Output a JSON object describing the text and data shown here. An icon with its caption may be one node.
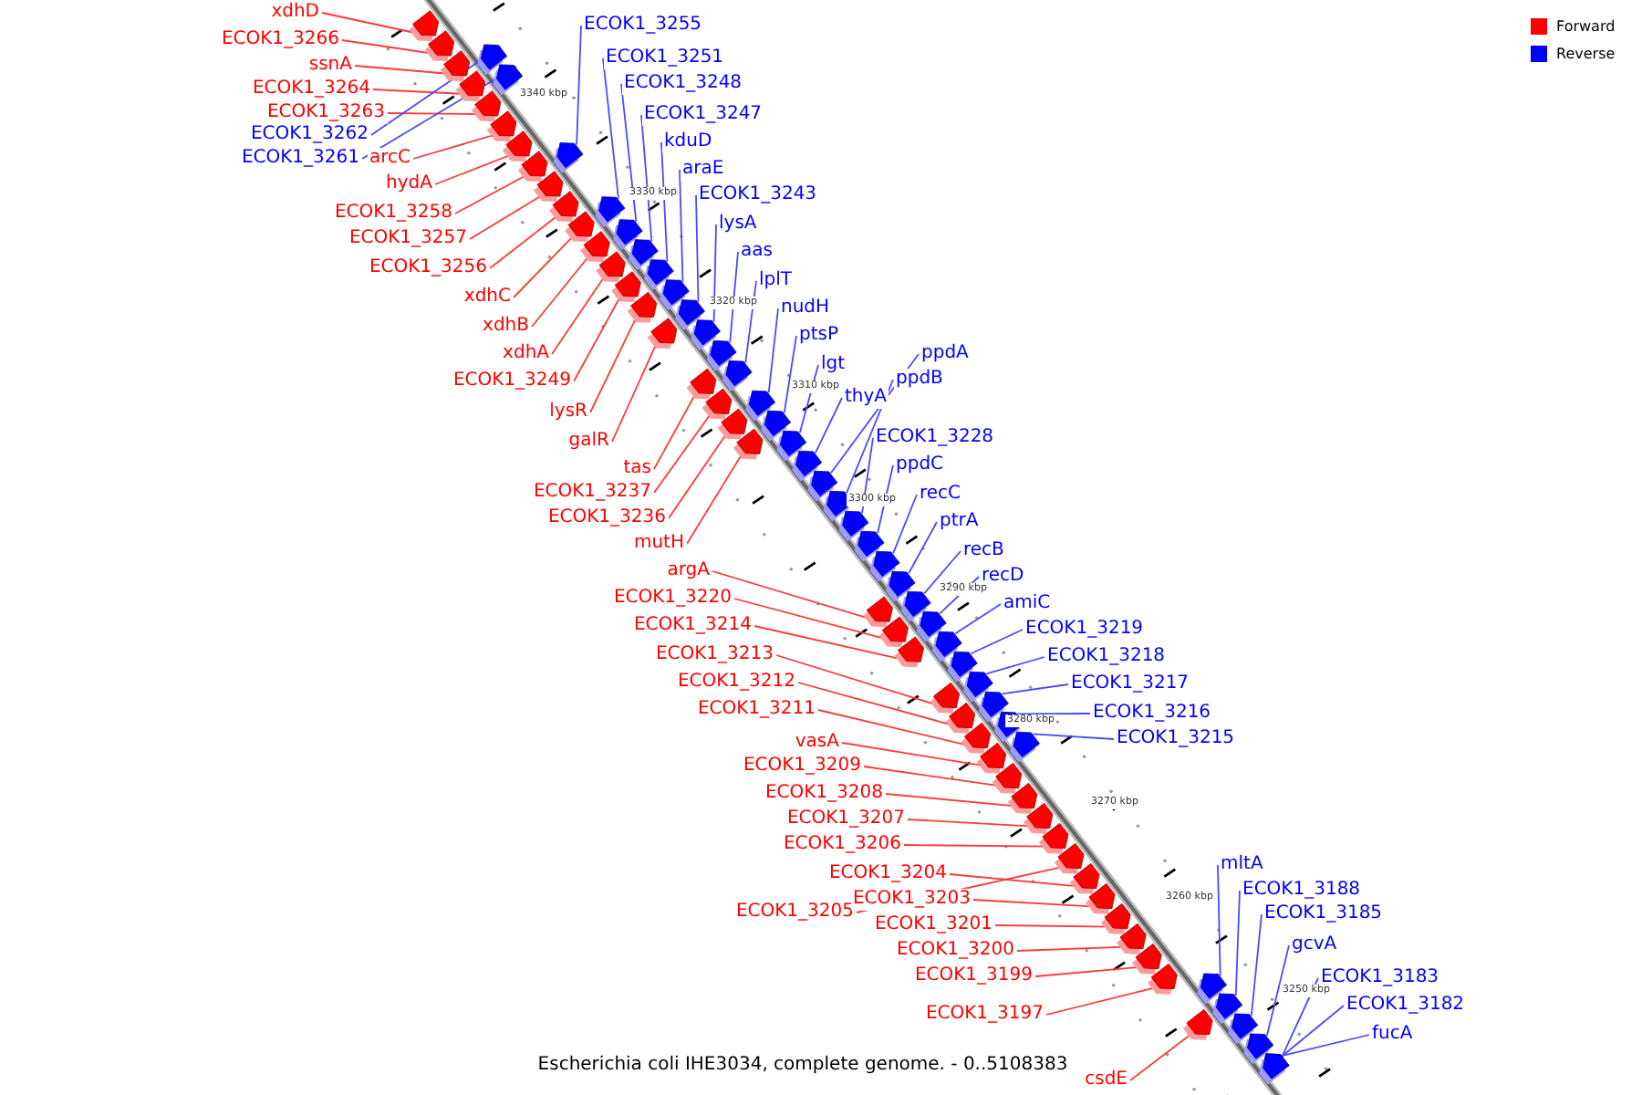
{
  "diagram": {
    "caption": "Escherichia coli IHE3034, complete genome. - 0..5108383",
    "nodes": [
      {
        "text": [
          "xdhD"
        ]
      },
      {
        "text": [
          "ECOK1_3266"
        ]
      },
      {
        "text": [
          "ssnA"
        ]
      },
      {
        "text": [
          "ECOK1_3264"
        ]
      },
      {
        "text": [
          "ECOK1_3263"
        ]
      },
      {
        "text": [
          "ECOK1_3262"
        ]
      },
      {
        "text": [
          "ECOK1_3261"
        ]
      },
      {
        "text": [
          "arcC"
        ]
      },
      {
        "text": [
          "hydA"
        ]
      },
      {
        "text": [
          "ECOK1_3258"
        ]
      },
      {
        "text": [
          "ECOK1_3257"
        ]
      },
      {
        "text": [
          "ECOK1_3256"
        ]
      },
      {
        "text": [
          "xdhC"
        ]
      },
      {
        "text": [
          "xdhB"
        ]
      },
      {
        "text": [
          "xdhA"
        ]
      },
      {
        "text": [
          "ECOK1_3249"
        ]
      },
      {
        "text": [
          "lysR"
        ]
      },
      {
        "text": [
          "galR"
        ]
      },
      {
        "text": [
          "tas"
        ]
      },
      {
        "text": [
          "ECOK1_3237"
        ]
      },
      {
        "text": [
          "ECOK1_3236"
        ]
      },
      {
        "text": [
          "mutH"
        ]
      },
      {
        "text": [
          "argA"
        ]
      },
      {
        "text": [
          "ECOK1_3220"
        ]
      },
      {
        "text": [
          "ECOK1_3214"
        ]
      },
      {
        "text": [
          "ECOK1_3213"
        ]
      },
      {
        "text": [
          "ECOK1_3212"
        ]
      },
      {
        "text": [
          "ECOK1_3211"
        ]
      },
      {
        "text": [
          "vasA"
        ]
      },
      {
        "text": [
          "ECOK1_3209"
        ]
      },
      {
        "text": [
          "ECOK1_3208"
        ]
      },
      {
        "text": [
          "ECOK1_3207"
        ]
      },
      {
        "text": [
          "ECOK1_3206"
        ]
      },
      {
        "text": [
          "ECOK1_3204"
        ]
      },
      {
        "text": [
          "ECOK1_3205"
        ]
      },
      {
        "text": [
          "ECOK1_3203"
        ]
      },
      {
        "text": [
          "ECOK1_3201"
        ]
      },
      {
        "text": [
          "ECOK1_3200"
        ]
      },
      {
        "text": [
          "ECOK1_3199"
        ]
      },
      {
        "text": [
          "ECOK1_3197"
        ]
      },
      {
        "text": [
          "csdE"
        ]
      },
      {
        "text": [
          "ECOK1_3255"
        ]
      },
      {
        "text": [
          "ECOK1_3251"
        ]
      },
      {
        "text": [
          "ECOK1_3248"
        ]
      },
      {
        "text": [
          "ECOK1_3247"
        ]
      },
      {
        "text": [
          "kduD"
        ]
      },
      {
        "text": [
          "araE"
        ]
      },
      {
        "text": [
          "ECOK1_3243"
        ]
      },
      {
        "text": [
          "lysA"
        ]
      },
      {
        "text": [
          "aas"
        ]
      },
      {
        "text": [
          "lplT"
        ]
      },
      {
        "text": [
          "nudH"
        ]
      },
      {
        "text": [
          "ptsP"
        ]
      },
      {
        "text": [
          "lgt"
        ]
      },
      {
        "text": [
          "thyA"
        ]
      },
      {
        "text": [
          "ppdA"
        ]
      },
      {
        "text": [
          "ppdB"
        ]
      },
      {
        "text": [
          "ECOK1_3228"
        ]
      },
      {
        "text": [
          "ppdC"
        ]
      },
      {
        "text": [
          "recC"
        ]
      },
      {
        "text": [
          "ptrA"
        ]
      },
      {
        "text": [
          "recB"
        ]
      },
      {
        "text": [
          "recD"
        ]
      },
      {
        "text": [
          "amiC"
        ]
      },
      {
        "text": [
          "ECOK1_3219"
        ]
      },
      {
        "text": [
          "ECOK1_3218"
        ]
      },
      {
        "text": [
          "ECOK1_3217"
        ]
      },
      {
        "text": [
          "ECOK1_3216"
        ]
      },
      {
        "text": [
          "ECOK1_3215"
        ]
      },
      {
        "text": [
          "mltA"
        ]
      },
      {
        "text": [
          "ECOK1_3188"
        ]
      },
      {
        "text": [
          "ECOK1_3185"
        ]
      },
      {
        "text": [
          "gcvA"
        ]
      },
      {
        "text": [
          "ECOK1_3183"
        ]
      },
      {
        "text": [
          "ECOK1_3182"
        ]
      },
      {
        "text": [
          "fucA"
        ]
      },
      {
        "text": [],
        "shape": "arrow"
      },
      {
        "text": [],
        "shape": "arrow"
      },
      {
        "text": [],
        "shape": "arrow"
      },
      {
        "text": [],
        "shape": "arrow"
      },
      {
        "text": [],
        "shape": "arrow"
      },
      {
        "text": [],
        "shape": "arrow"
      },
      {
        "text": [],
        "shape": "arrow"
      },
      {
        "text": [],
        "shape": "arrow"
      },
      {
        "text": [],
        "shape": "arrow"
      },
      {
        "text": [],
        "shape": "arrow"
      },
      {
        "text": [],
        "shape": "arrow"
      },
      {
        "text": [],
        "shape": "arrow"
      },
      {
        "text": [],
        "shape": "arrow"
      },
      {
        "text": [],
        "shape": "arrow"
      },
      {
        "text": [],
        "shape": "arrow"
      },
      {
        "text": [],
        "shape": "arrow"
      },
      {
        "text": [],
        "shape": "arrow"
      },
      {
        "text": [],
        "shape": "arrow"
      },
      {
        "text": [],
        "shape": "arrow"
      },
      {
        "text": [],
        "shape": "arrow"
      },
      {
        "text": [],
        "shape": "arrow"
      },
      {
        "text": [],
        "shape": "arrow"
      },
      {
        "text": [],
        "shape": "arrow"
      },
      {
        "text": [],
        "shape": "arrow"
      },
      {
        "text": [],
        "shape": "arrow"
      },
      {
        "text": [],
        "shape": "arrow"
      },
      {
        "text": [],
        "shape": "arrow"
      },
      {
        "text": [],
        "shape": "arrow"
      },
      {
        "text": [],
        "shape": "arrow"
      },
      {
        "text": [],
        "shape": "arrow"
      },
      {
        "text": [],
        "shape": "arrow"
      },
      {
        "text": [],
        "shape": "arrow"
      },
      {
        "text": [],
        "shape": "arrow"
      },
      {
        "text": [],
        "shape": "arrow"
      },
      {
        "text": [],
        "shape": "arrow"
      },
      {
        "text": [],
        "shape": "arrow"
      },
      {
        "text": [],
        "shape": "arrow"
      },
      {
        "text": [],
        "shape": "arrow"
      },
      {
        "text": [],
        "shape": "arrow"
      },
      {
        "text": [],
        "shape": "arrow"
      },
      {
        "text": [],
        "shape": "arrow"
      },
      {
        "text": [],
        "shape": "arrow"
      },
      {
        "text": [],
        "shape": "arrow"
      },
      {
        "text": [],
        "shape": "arrow"
      },
      {
        "text": [],
        "shape": "arrow"
      },
      {
        "text": [],
        "shape": "arrow"
      },
      {
        "text": [],
        "shape": "arrow"
      },
      {
        "text": [],
        "shape": "arrow"
      },
      {
        "text": [],
        "shape": "arrow"
      },
      {
        "text": [],
        "shape": "arrow"
      },
      {
        "text": [],
        "shape": "arrow"
      },
      {
        "text": [],
        "shape": "arrow"
      },
      {
        "text": [],
        "shape": "arrow"
      },
      {
        "text": [],
        "shape": "arrow"
      },
      {
        "text": [],
        "shape": "arrow"
      },
      {
        "text": [],
        "shape": "arrow"
      },
      {
        "text": [],
        "shape": "arrow"
      },
      {
        "text": [],
        "shape": "arrow"
      },
      {
        "text": [],
        "shape": "arrow"
      },
      {
        "text": [],
        "shape": "arrow"
      },
      {
        "text": [],
        "shape": "arrow"
      },
      {
        "text": [],
        "shape": "arrow"
      },
      {
        "text": [],
        "shape": "arrow"
      },
      {
        "text": [],
        "shape": "arrow"
      },
      {
        "text": [],
        "shape": "arrow"
      },
      {
        "text": [],
        "shape": "arrow"
      },
      {
        "text": [],
        "shape": "arrow"
      },
      {
        "text": [],
        "shape": "arrow"
      },
      {
        "text": [],
        "shape": "arrow"
      },
      {
        "text": [],
        "shape": "arrow"
      },
      {
        "text": [],
        "shape": "arrow"
      },
      {
        "text": [],
        "shape": "arrow"
      },
      {
        "text": [],
        "shape": "arrow"
      },
      {
        "text": [],
        "shape": "arrow"
      },
      {
        "text": [],
        "shape": "arrow"
      },
      {
        "text": [],
        "shape": "arrow"
      }
    ],
    "edges": [
      {
        "from": 0,
        "to": 76,
        "arrow": "none"
      },
      {
        "from": 1,
        "to": 77,
        "arrow": "none"
      },
      {
        "from": 2,
        "to": 78,
        "arrow": "none"
      },
      {
        "from": 3,
        "to": 79,
        "arrow": "none"
      },
      {
        "from": 4,
        "to": 80,
        "arrow": "none"
      },
      {
        "from": 5,
        "to": 81,
        "arrow": "none",
        "color": "#4a4aff"
      },
      {
        "from": 6,
        "to": 82,
        "arrow": "none",
        "color": "#4a4aff"
      },
      {
        "from": 7,
        "to": 83,
        "arrow": "none"
      },
      {
        "from": 8,
        "to": 84,
        "arrow": "none"
      },
      {
        "from": 9,
        "to": 85,
        "arrow": "none"
      },
      {
        "from": 10,
        "to": 86,
        "arrow": "none"
      },
      {
        "from": 11,
        "to": 87,
        "arrow": "none"
      },
      {
        "from": 12,
        "to": 88,
        "arrow": "none"
      },
      {
        "from": 13,
        "to": 89,
        "arrow": "none"
      },
      {
        "from": 14,
        "to": 90,
        "arrow": "none"
      },
      {
        "from": 15,
        "to": 91,
        "arrow": "none"
      },
      {
        "from": 16,
        "to": 92,
        "arrow": "none"
      },
      {
        "from": 17,
        "to": 93,
        "arrow": "none"
      },
      {
        "from": 18,
        "to": 94,
        "arrow": "none"
      },
      {
        "from": 19,
        "to": 95,
        "arrow": "none"
      },
      {
        "from": 20,
        "to": 96,
        "arrow": "none"
      },
      {
        "from": 21,
        "to": 97,
        "arrow": "none"
      },
      {
        "from": 22,
        "to": 98,
        "arrow": "none"
      },
      {
        "from": 23,
        "to": 99,
        "arrow": "none"
      },
      {
        "from": 24,
        "to": 100,
        "arrow": "none"
      },
      {
        "from": 25,
        "to": 101,
        "arrow": "none"
      },
      {
        "from": 26,
        "to": 102,
        "arrow": "none"
      },
      {
        "from": 27,
        "to": 103,
        "arrow": "none"
      },
      {
        "from": 28,
        "to": 104,
        "arrow": "none"
      },
      {
        "from": 29,
        "to": 105,
        "arrow": "none"
      },
      {
        "from": 30,
        "to": 106,
        "arrow": "none"
      },
      {
        "from": 31,
        "to": 107,
        "arrow": "none"
      },
      {
        "from": 32,
        "to": 108,
        "arrow": "none"
      },
      {
        "from": 33,
        "to": 109,
        "arrow": "none"
      },
      {
        "from": 34,
        "to": 110,
        "arrow": "none"
      },
      {
        "from": 35,
        "to": 111,
        "arrow": "none"
      },
      {
        "from": 36,
        "to": 112,
        "arrow": "none"
      },
      {
        "from": 37,
        "to": 113,
        "arrow": "none"
      },
      {
        "from": 38,
        "to": 114,
        "arrow": "none"
      },
      {
        "from": 39,
        "to": 115,
        "arrow": "none"
      },
      {
        "from": 40,
        "to": 116,
        "arrow": "none"
      },
      {
        "from": 41,
        "to": 117,
        "arrow": "none",
        "color": "#4a4aff"
      },
      {
        "from": 42,
        "to": 118,
        "arrow": "none",
        "color": "#4a4aff"
      },
      {
        "from": 43,
        "to": 119,
        "arrow": "none",
        "color": "#4a4aff"
      },
      {
        "from": 44,
        "to": 120,
        "arrow": "none",
        "color": "#4a4aff"
      },
      {
        "from": 45,
        "to": 121,
        "arrow": "none",
        "color": "#4a4aff"
      },
      {
        "from": 46,
        "to": 122,
        "arrow": "none",
        "color": "#4a4aff"
      },
      {
        "from": 47,
        "to": 123,
        "arrow": "none",
        "color": "#4a4aff"
      },
      {
        "from": 48,
        "to": 124,
        "arrow": "none",
        "color": "#4a4aff"
      },
      {
        "from": 49,
        "to": 125,
        "arrow": "none",
        "color": "#4a4aff"
      },
      {
        "from": 50,
        "to": 126,
        "arrow": "none",
        "color": "#4a4aff"
      },
      {
        "from": 51,
        "to": 127,
        "arrow": "none",
        "color": "#4a4aff"
      },
      {
        "from": 52,
        "to": 128,
        "arrow": "none",
        "color": "#4a4aff"
      },
      {
        "from": 53,
        "to": 129,
        "arrow": "none",
        "color": "#4a4aff"
      },
      {
        "from": 54,
        "to": 130,
        "arrow": "none",
        "color": "#4a4aff"
      },
      {
        "from": 55,
        "to": 131,
        "arrow": "none",
        "color": "#4a4aff"
      },
      {
        "from": 56,
        "to": 132,
        "arrow": "none",
        "color": "#4a4aff"
      },
      {
        "from": 57,
        "to": 133,
        "arrow": "none",
        "color": "#4a4aff"
      },
      {
        "from": 58,
        "to": 134,
        "arrow": "none",
        "color": "#4a4aff"
      },
      {
        "from": 59,
        "to": 135,
        "arrow": "none",
        "color": "#4a4aff"
      },
      {
        "from": 60,
        "to": 136,
        "arrow": "none",
        "color": "#4a4aff"
      },
      {
        "from": 61,
        "to": 137,
        "arrow": "none",
        "color": "#4a4aff"
      },
      {
        "from": 62,
        "to": 138,
        "arrow": "none",
        "color": "#4a4aff"
      },
      {
        "from": 63,
        "to": 139,
        "arrow": "none",
        "color": "#4a4aff"
      },
      {
        "from": 64,
        "to": 140,
        "arrow": "none",
        "color": "#4a4aff"
      },
      {
        "from": 65,
        "to": 141,
        "arrow": "none",
        "color": "#4a4aff"
      },
      {
        "from": 66,
        "to": 142,
        "arrow": "none",
        "color": "#4a4aff"
      },
      {
        "from": 67,
        "to": 143,
        "arrow": "none",
        "color": "#4a4aff"
      },
      {
        "from": 68,
        "to": 144,
        "arrow": "none",
        "color": "#4a4aff"
      },
      {
        "from": 69,
        "to": 145,
        "arrow": "none",
        "color": "#4a4aff"
      },
      {
        "from": 70,
        "to": 146,
        "arrow": "none",
        "color": "#4a4aff"
      },
      {
        "from": 71,
        "to": 147,
        "arrow": "none",
        "color": "#4a4aff"
      },
      {
        "from": 72,
        "to": 148,
        "arrow": "none",
        "color": "#4a4aff"
      },
      {
        "from": 73,
        "to": 149,
        "arrow": "none",
        "color": "#4a4aff"
      },
      {
        "from": 74,
        "to": 150,
        "arrow": "none",
        "color": "#4a4aff"
      },
      {
        "from": 75,
        "to": 151,
        "arrow": "none",
        "color": "#4a4aff"
      }
    ],
    "labels": [
      "3340 kbp",
      "3330 kbp",
      "3320 kbp",
      "3310 kbp",
      "3300 kbp",
      "3290 kbp",
      "3280 kbp",
      "3270 kbp",
      "3260 kbp",
      "3250 kbp"
    ],
    "legend": [
      {
        "text": "Forward",
        "color": "#ff0000"
      },
      {
        "text": "Reverse",
        "color": "#0000ff"
      }
    ]
  }
}
